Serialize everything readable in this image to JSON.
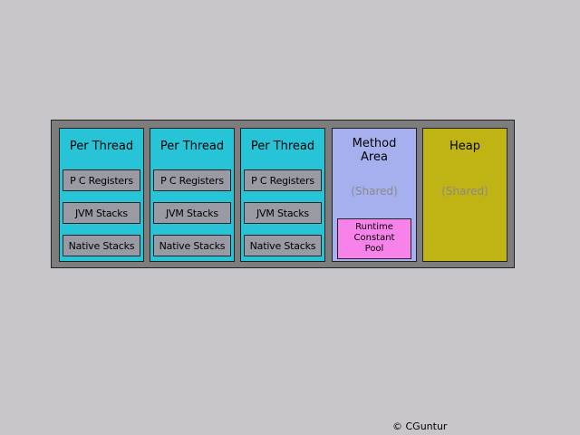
{
  "diagram": {
    "threads": [
      {
        "title": "Per Thread",
        "slots": [
          "P C Registers",
          "JVM Stacks",
          "Native Stacks"
        ]
      },
      {
        "title": "Per Thread",
        "slots": [
          "P C Registers",
          "JVM Stacks",
          "Native Stacks"
        ]
      },
      {
        "title": "Per Thread",
        "slots": [
          "P C Registers",
          "JVM Stacks",
          "Native Stacks"
        ]
      }
    ],
    "method_area": {
      "title_line1": "Method",
      "title_line2": "Area",
      "shared": "(Shared)",
      "pool_lines": [
        "Runtime",
        "Constant",
        "Pool"
      ]
    },
    "heap": {
      "title": "Heap",
      "shared": "(Shared)"
    }
  },
  "footer": {
    "copyright": "© CGuntur"
  },
  "colors": {
    "thread": "#27c3d6",
    "slot": "#9a9aa4",
    "method_area": "#a6b0ee",
    "heap": "#bfb414",
    "pool": "#f783ea",
    "container": "#7d7d7d",
    "background": "#c8c6cb"
  }
}
